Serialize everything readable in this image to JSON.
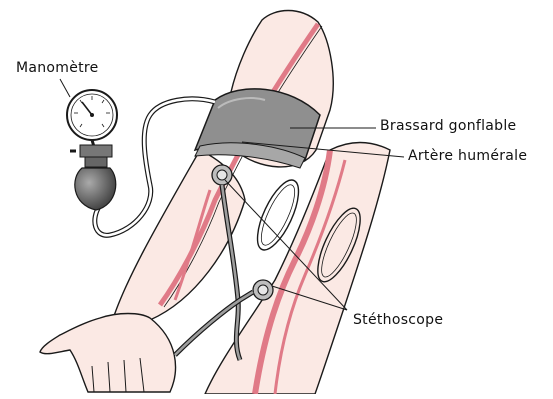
{
  "labels": {
    "manometer": "Manomètre",
    "cuff": "Brassard gonflable",
    "artery": "Artère humérale",
    "stethoscope": "Stéthoscope"
  },
  "colors": {
    "skin": "#fbe9e4",
    "outline": "#1a1a1a",
    "artery": "#e07a87",
    "cuff": "#8f8f8f",
    "bulb": "#555555"
  }
}
